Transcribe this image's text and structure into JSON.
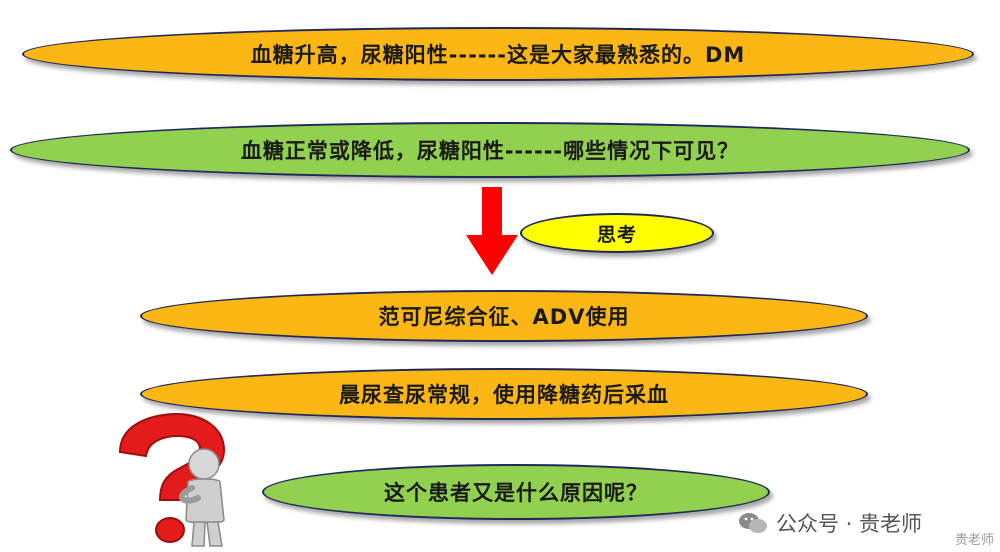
{
  "diagram": {
    "top_statement": "血糖升高，尿糖阳性------这是大家最熟悉的。DM",
    "question": "血糖正常或降低，尿糖阳性------哪些情况下可见？",
    "think_label": "思考",
    "cause_1": "范可尼综合征、ADV使用",
    "cause_2": "晨尿查尿常规，使用降糖药后采血",
    "final_question": "这个患者又是什么原因呢？"
  },
  "watermark": {
    "text": "公众号 · 贵老师",
    "stamp": "贵老师"
  },
  "icons": {
    "arrow": "down-arrow-icon",
    "figure": "question-mark-figure-icon",
    "wechat": "wechat-icon"
  },
  "colors": {
    "orange": "#fdb714",
    "green": "#92d050",
    "yellow": "#ffff00",
    "arrow_red": "#ff0000",
    "outline": "#1f2a5a"
  }
}
